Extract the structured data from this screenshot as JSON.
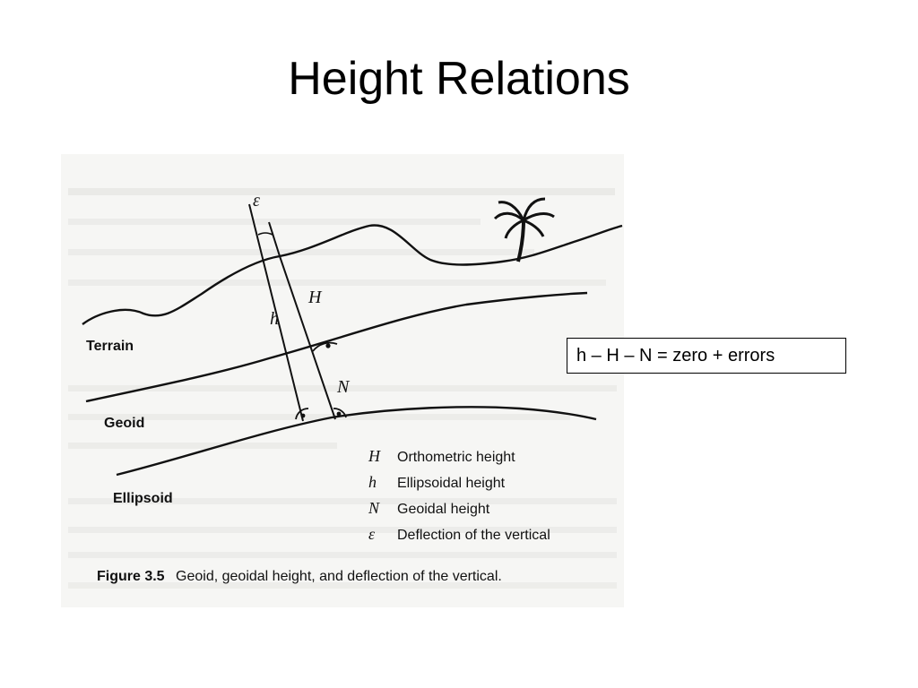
{
  "slide": {
    "title": "Height Relations",
    "equation": "h – H – N = zero + errors"
  },
  "figure": {
    "surface_labels": {
      "terrain": "Terrain",
      "geoid": "Geoid",
      "ellipsoid": "Ellipsoid"
    },
    "diagram_symbols": {
      "epsilon": "ε",
      "H": "H",
      "h": "h",
      "N": "N"
    },
    "legend": [
      {
        "symbol": "H",
        "text": "Orthometric height"
      },
      {
        "symbol": "h",
        "text": "Ellipsoidal height"
      },
      {
        "symbol": "N",
        "text": "Geoidal height"
      },
      {
        "symbol": "ε",
        "text": "Deflection of the vertical"
      }
    ],
    "caption": {
      "number": "Figure 3.5",
      "text": "Geoid, geoidal height, and deflection of the vertical."
    }
  }
}
